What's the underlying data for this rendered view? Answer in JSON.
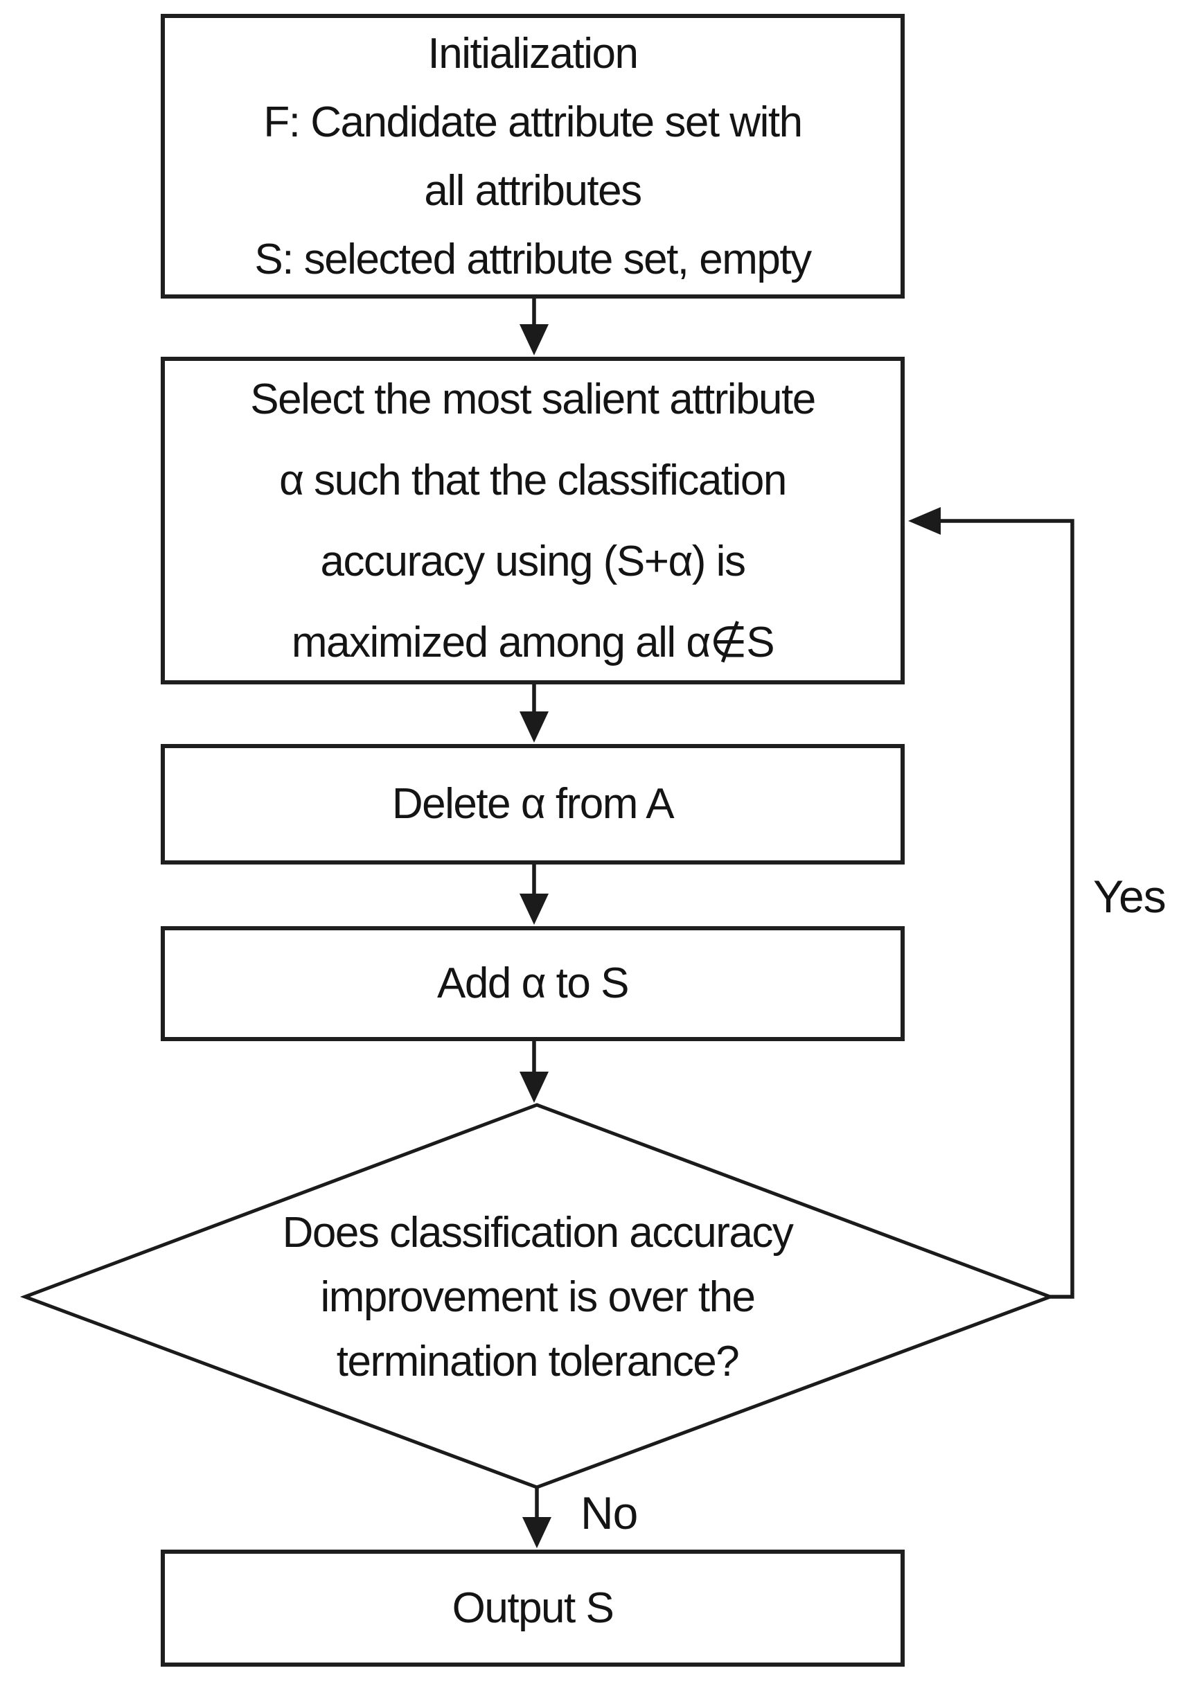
{
  "flowchart": {
    "type": "flowchart",
    "colors": {
      "stroke": "#1b1b1b",
      "node_fill": "#ffffff",
      "text": "#141414"
    },
    "nodes": {
      "initialization": {
        "shape": "rectangle",
        "text": "Initialization\nF: Candidate attribute set with\nall attributes\nS: selected attribute set, empty"
      },
      "select_attribute": {
        "shape": "rectangle",
        "text": "Select the most salient attribute\nα such that the classification\naccuracy using (S+α) is\nmaximized among all α∉S"
      },
      "delete_attribute": {
        "shape": "rectangle",
        "text": "Delete α from A"
      },
      "add_attribute": {
        "shape": "rectangle",
        "text": "Add α to S"
      },
      "decision": {
        "shape": "diamond",
        "text": "Does classification accuracy\nimprovement is over the\ntermination tolerance?"
      },
      "output": {
        "shape": "rectangle",
        "text": "Output S"
      }
    },
    "edge_labels": {
      "yes": "Yes",
      "no": "No"
    },
    "edges": [
      {
        "from": "initialization",
        "to": "select_attribute",
        "label": ""
      },
      {
        "from": "select_attribute",
        "to": "delete_attribute",
        "label": ""
      },
      {
        "from": "delete_attribute",
        "to": "add_attribute",
        "label": ""
      },
      {
        "from": "add_attribute",
        "to": "decision",
        "label": ""
      },
      {
        "from": "decision",
        "to": "output",
        "label": "No"
      },
      {
        "from": "decision",
        "to": "select_attribute",
        "label": "Yes"
      }
    ]
  }
}
